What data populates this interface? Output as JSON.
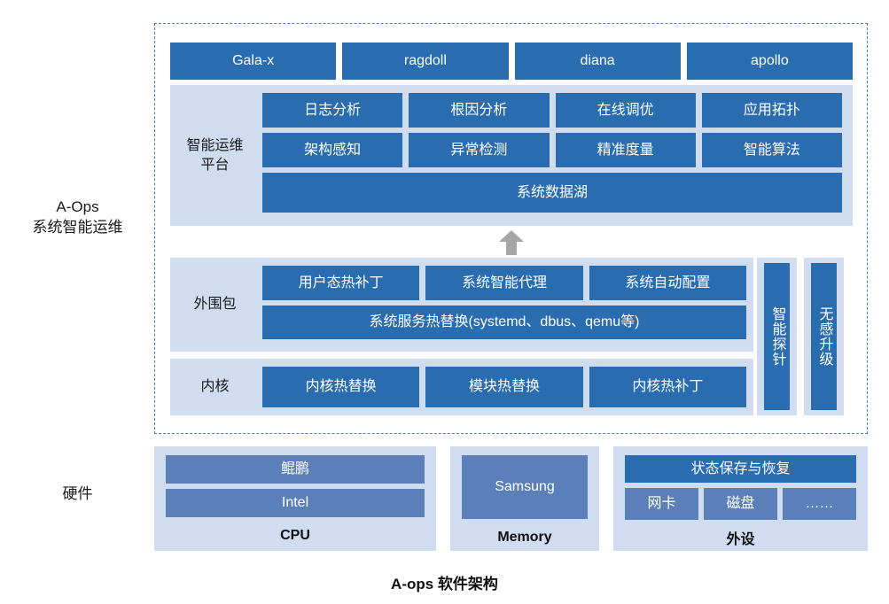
{
  "caption": "A-ops 软件架构",
  "side_labels": {
    "aops_line1": "A-Ops",
    "aops_line2": "系统智能运维",
    "hardware": "硬件"
  },
  "apps": {
    "items": [
      {
        "label": "Gala-x"
      },
      {
        "label": "ragdoll"
      },
      {
        "label": "diana"
      },
      {
        "label": "apollo"
      }
    ]
  },
  "platform": {
    "label_line1": "智能运维",
    "label_line2": "平台",
    "row1": [
      {
        "label": "日志分析"
      },
      {
        "label": "根因分析"
      },
      {
        "label": "在线调优"
      },
      {
        "label": "应用拓扑"
      }
    ],
    "row2": [
      {
        "label": "架构感知"
      },
      {
        "label": "异常检测"
      },
      {
        "label": "精准度量"
      },
      {
        "label": "智能算法"
      }
    ],
    "data_lake": "系统数据湖"
  },
  "arrow": {
    "name": "up-arrow",
    "color": "#a6a6a6",
    "direction": "up"
  },
  "peripheral": {
    "label": "外围包",
    "row1": [
      {
        "label": "用户态热补丁"
      },
      {
        "label": "系统智能代理"
      },
      {
        "label": "系统自动配置"
      }
    ],
    "row2": "系统服务热替换(systemd、dbus、qemu等)"
  },
  "kernel": {
    "label": "内核",
    "items": [
      {
        "label": "内核热替换"
      },
      {
        "label": "模块热替换"
      },
      {
        "label": "内核热补丁"
      }
    ]
  },
  "vertical_columns": [
    {
      "label": "智能探针"
    },
    {
      "label": "无感升级"
    }
  ],
  "hardware": {
    "cpu": {
      "title": "CPU",
      "items": [
        {
          "label": "鲲鹏"
        },
        {
          "label": "Intel"
        }
      ]
    },
    "memory": {
      "title": "Memory",
      "items": [
        {
          "label": "Samsung"
        }
      ]
    },
    "peripherals": {
      "title": "外设",
      "header": "状态保存与恢复",
      "items": [
        {
          "label": "网卡"
        },
        {
          "label": "磁盘"
        },
        {
          "label": "……"
        }
      ]
    }
  },
  "colors": {
    "dark_blue": "#2a6cb0",
    "muted_blue": "#5b80b9",
    "panel_light": "#d0dcf0",
    "dashed_border": "#4a7ebb",
    "arrow_gray": "#a6a6a6",
    "background": "#ffffff"
  }
}
